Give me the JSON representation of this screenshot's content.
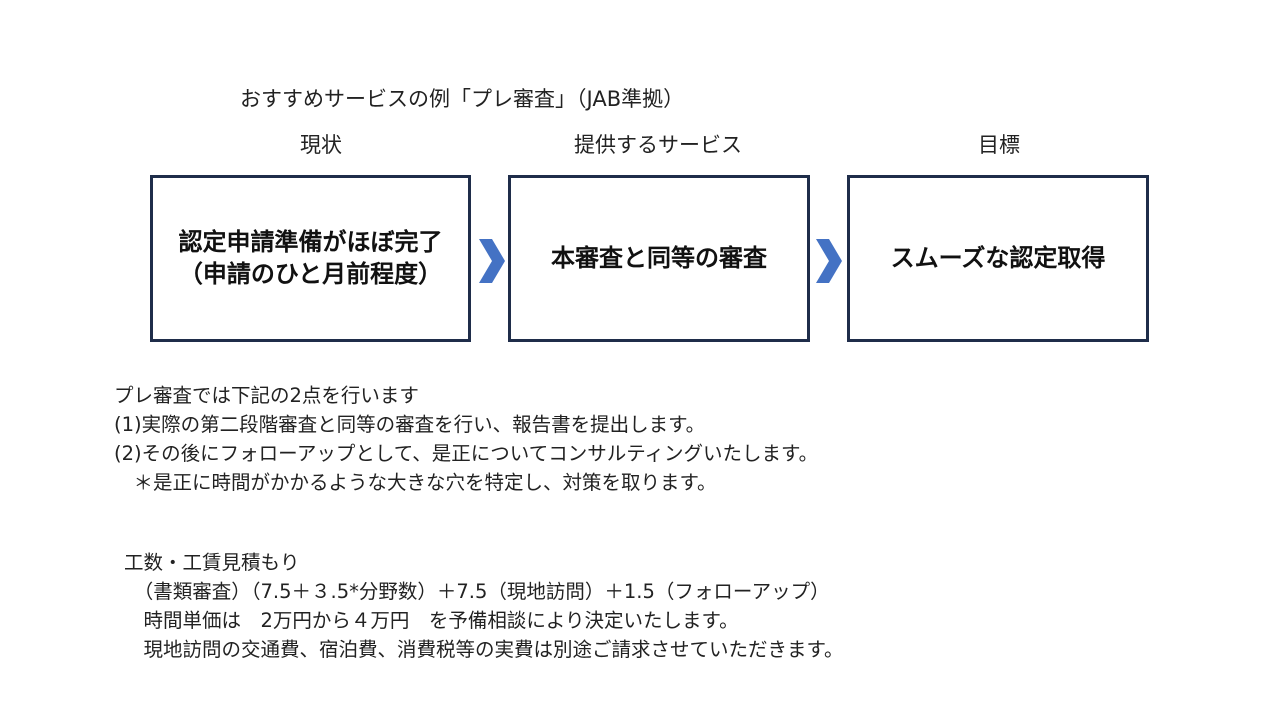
{
  "title": "おすすめサービスの例「プレ審査」（JAB準拠）",
  "stages": [
    {
      "label": "現状",
      "lines": [
        "認定申請準備がほぼ完了",
        "（申請のひと月前程度）"
      ]
    },
    {
      "label": "提供するサービス",
      "lines": [
        "本審査と同等の審査"
      ]
    },
    {
      "label": "目標",
      "lines": [
        "スムーズな認定取得"
      ]
    }
  ],
  "colors": {
    "box_border": "#1f2d4a",
    "chevron": "#4472c4"
  },
  "icons": [
    "chevron-right-icon"
  ],
  "description": [
    "プレ審査では下記の2点を行います",
    "(1)実際の第二段階審査と同等の審査を行い、報告書を提出します。",
    "(2)その後にフォローアップとして、是正についてコンサルティングいたします。",
    "　＊是正に時間がかかるような大きな穴を特定し、対策を取ります。"
  ],
  "estimate": {
    "heading": "工数・工賃見積もり",
    "lines": [
      "　（書類審査）（7.5＋３.5*分野数）＋7.5（現地訪問）＋1.5（フォローアップ）",
      "　時間単価は　2万円から４万円　を予備相談により決定いたします。",
      "　現地訪問の交通費、宿泊費、消費税等の実費は別途ご請求させていただきます。"
    ]
  }
}
